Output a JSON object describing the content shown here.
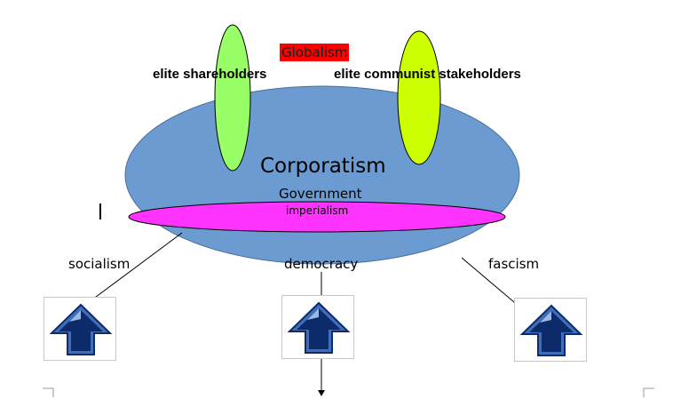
{
  "colors": {
    "ellipse_fill": "#6b9bd0",
    "left_oval_fill": "#98ff66",
    "right_oval_fill": "#ccff00",
    "imperialism_fill": "#ff33ff",
    "globalism_bg": "#ff0000",
    "arrow_dark": "#0d2a6b",
    "arrow_light": "#3f6fb8"
  },
  "labels": {
    "globalism": "Globalism",
    "elite_shareholders": "elite shareholders",
    "elite_communist": "elite communist stakeholders",
    "corporatism": "Corporatism",
    "government": "Government",
    "imperialism": "imperialism",
    "socialism": "socialism",
    "democracy": "democracy",
    "fascism": "fascism"
  },
  "icons": [
    "up-arrow-icon",
    "up-arrow-icon",
    "up-arrow-icon"
  ]
}
